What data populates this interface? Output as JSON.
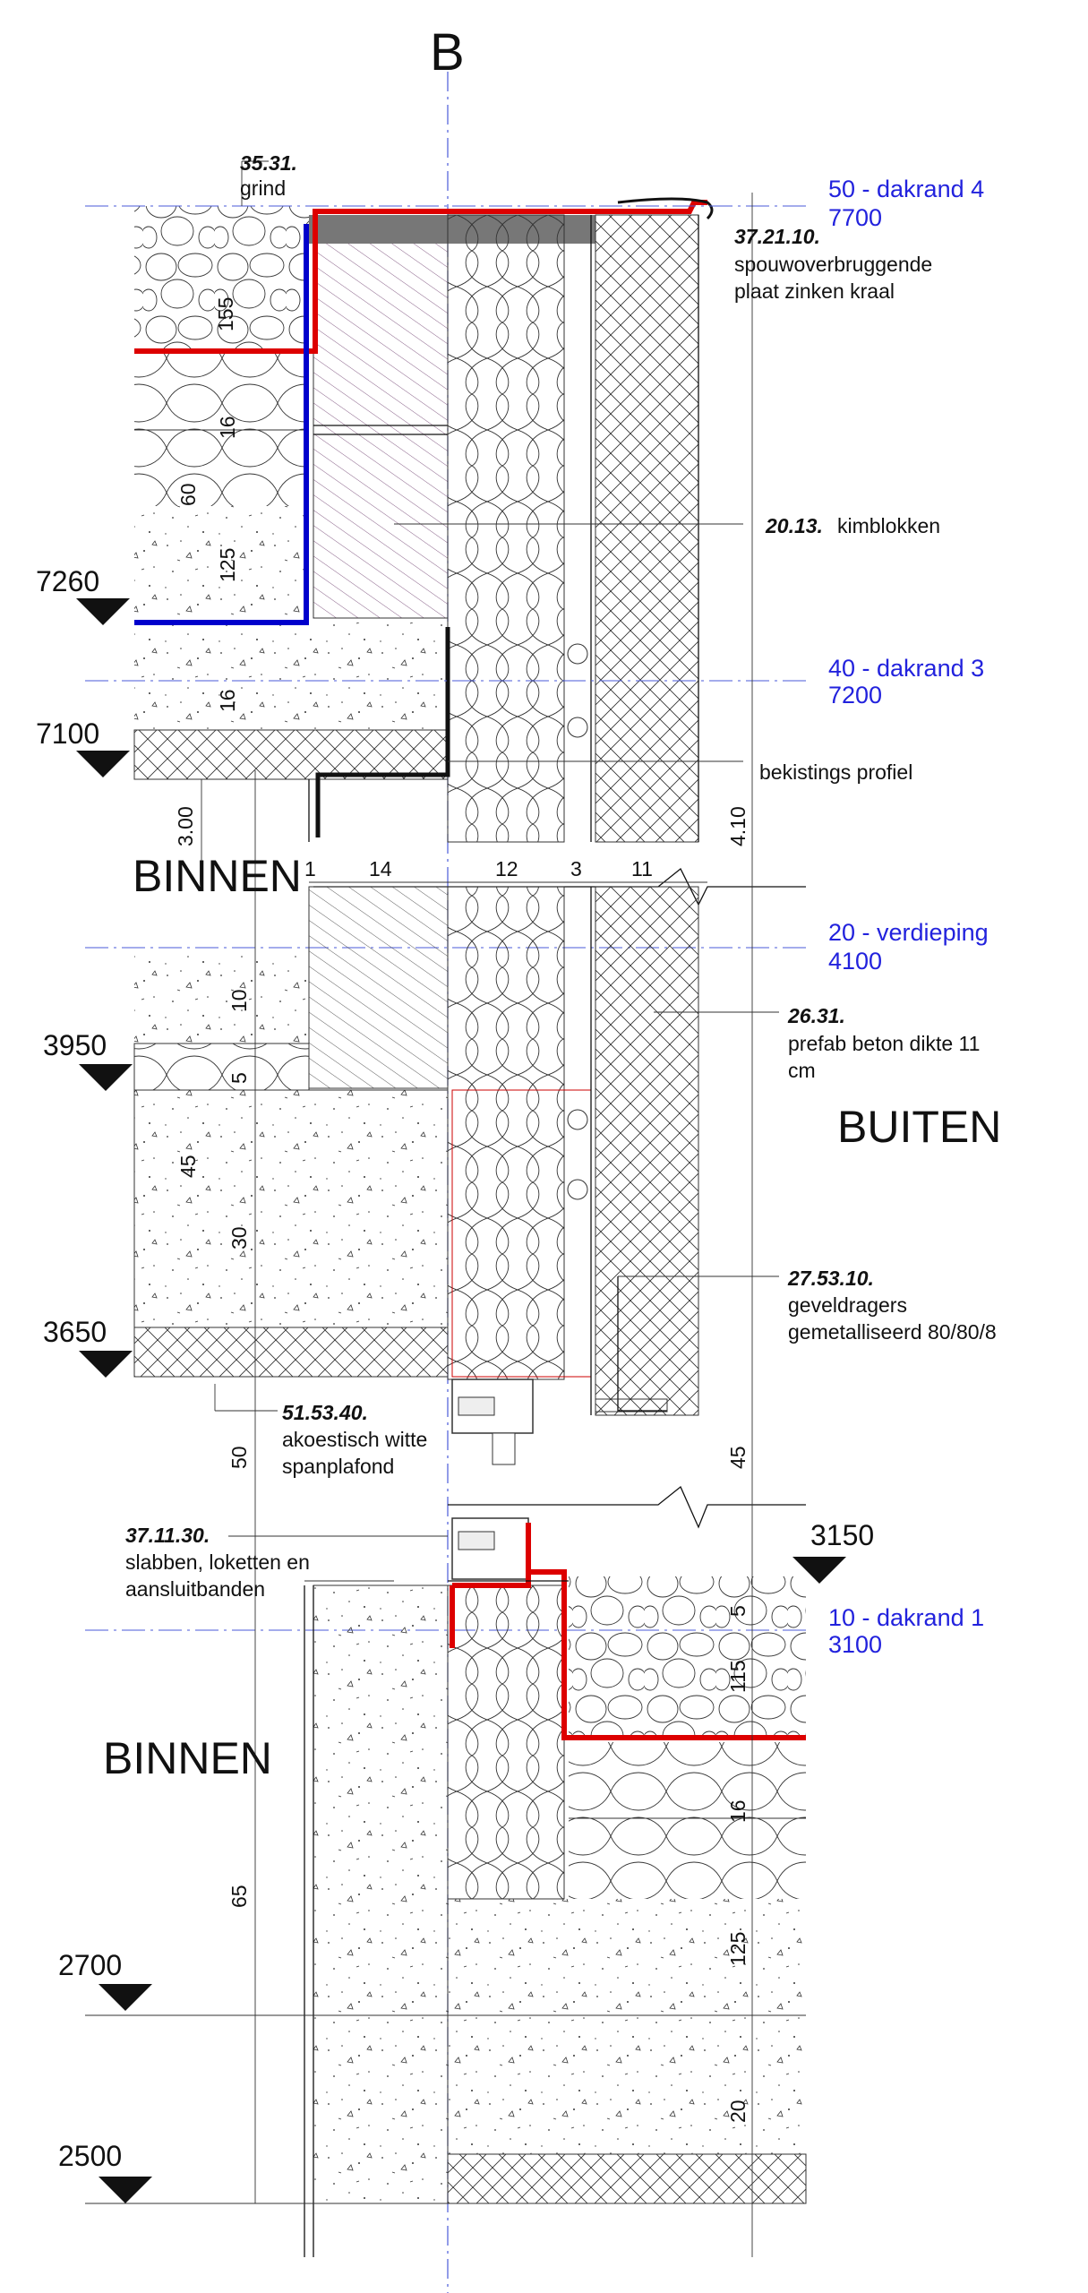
{
  "section_label": "B",
  "levels": [
    {
      "id": "lvl-7260",
      "value": "7260"
    },
    {
      "id": "lvl-7100",
      "value": "7100"
    },
    {
      "id": "lvl-3950",
      "value": "3950"
    },
    {
      "id": "lvl-3650",
      "value": "3650"
    },
    {
      "id": "lvl-3150",
      "value": "3150"
    },
    {
      "id": "lvl-2700",
      "value": "2700"
    },
    {
      "id": "lvl-2500",
      "value": "2500"
    }
  ],
  "grid_levels": [
    {
      "name": "50 - dakrand 4",
      "value": "7700"
    },
    {
      "name": "40 - dakrand 3",
      "value": "7200"
    },
    {
      "name": "20 - verdieping",
      "value": "4100"
    },
    {
      "name": "10 - dakrand 1",
      "value": "3100"
    }
  ],
  "annotations": {
    "grind": {
      "code": "35.31.",
      "text": "grind"
    },
    "kraal": {
      "code": "37.21.10.",
      "lines": [
        "spouwoverbruggende",
        "plaat zinken kraal"
      ]
    },
    "kimblokken": {
      "code": "20.13.",
      "text": "kimblokken"
    },
    "bekisting": {
      "text": "bekistings profiel"
    },
    "prefab": {
      "code": "26.31.",
      "lines": [
        "prefab beton dikte 11",
        "cm"
      ]
    },
    "geveldragers": {
      "code": "27.53.10.",
      "lines": [
        "geveldragers",
        "gemetalliseerd 80/80/8"
      ]
    },
    "plafond": {
      "code": "51.53.40.",
      "lines": [
        "akoestisch witte",
        "spanplafond"
      ]
    },
    "slabben": {
      "code": "37.11.30.",
      "lines": [
        "slabben, loketten en",
        "aansluitbanden"
      ]
    }
  },
  "zones": {
    "binnen": "BINNEN",
    "buiten": "BUITEN"
  },
  "dimensions": {
    "d_155": "155",
    "d_16a": "16",
    "d_60": "60",
    "d_125a": "125",
    "d_16b": "16",
    "d_300": "3.00",
    "d_410": "4.10",
    "d_1": "1",
    "d_14": "14",
    "d_12": "12",
    "d_3": "3",
    "d_11": "11",
    "d_10": "10",
    "d_5a": "5",
    "d_45a": "45",
    "d_30": "30",
    "d_50": "50",
    "d_45b": "45",
    "d_5b": "5",
    "d_115": "115",
    "d_16c": "16",
    "d_65": "65",
    "d_125b": "125",
    "d_20": "20"
  },
  "colors": {
    "membrane": "#dd0000",
    "steel_blue": "#0000cc",
    "grid_line": "#4a5ad8",
    "concrete_edge": "#cc0000"
  }
}
